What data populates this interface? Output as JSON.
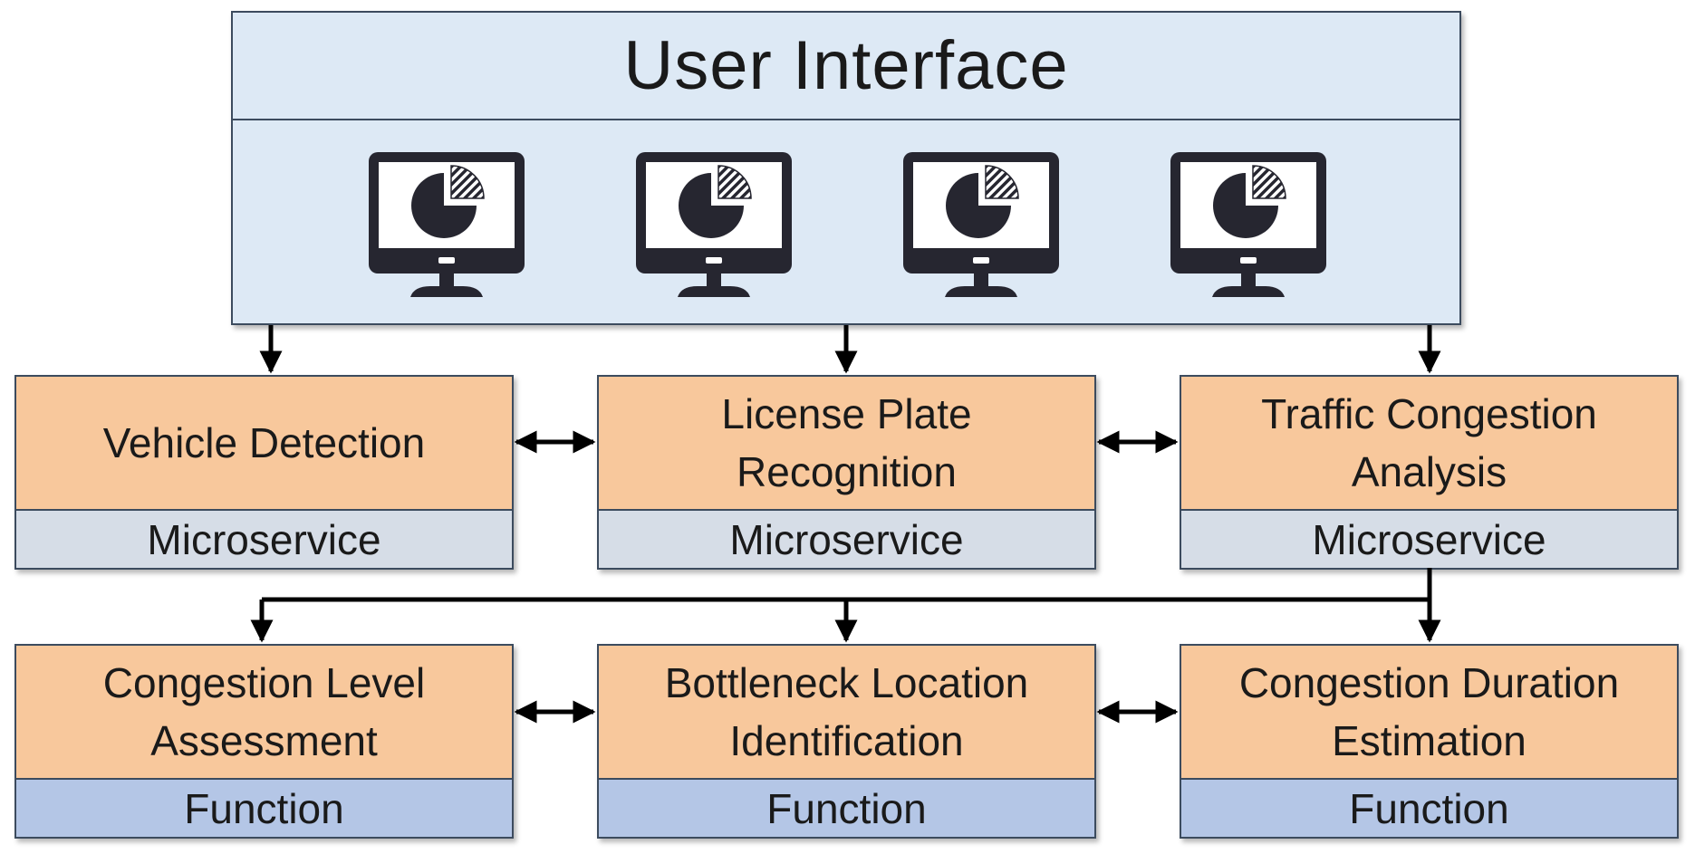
{
  "ui_panel": {
    "title": "User Interface",
    "monitors": [
      "monitor-pie-chart-icon",
      "monitor-pie-chart-icon",
      "monitor-pie-chart-icon",
      "monitor-pie-chart-icon"
    ]
  },
  "microservices": [
    {
      "title": "Vehicle Detection",
      "type": "Microservice"
    },
    {
      "title": "License Plate\nRecognition",
      "type": "Microservice"
    },
    {
      "title": "Traffic Congestion\nAnalysis",
      "type": "Microservice"
    }
  ],
  "functions": [
    {
      "title": "Congestion Level\nAssessment",
      "type": "Function"
    },
    {
      "title": "Bottleneck Location\nIdentification",
      "type": "Function"
    },
    {
      "title": "Congestion Duration\nEstimation",
      "type": "Function"
    }
  ],
  "colors": {
    "ui_panel": "#dde9f5",
    "title_fill": "#f8c89c",
    "microservice_fill": "#d6dde7",
    "function_fill": "#b4c6e6",
    "border": "#3c4b5e",
    "icon": "#262630",
    "arrow": "#000000"
  }
}
